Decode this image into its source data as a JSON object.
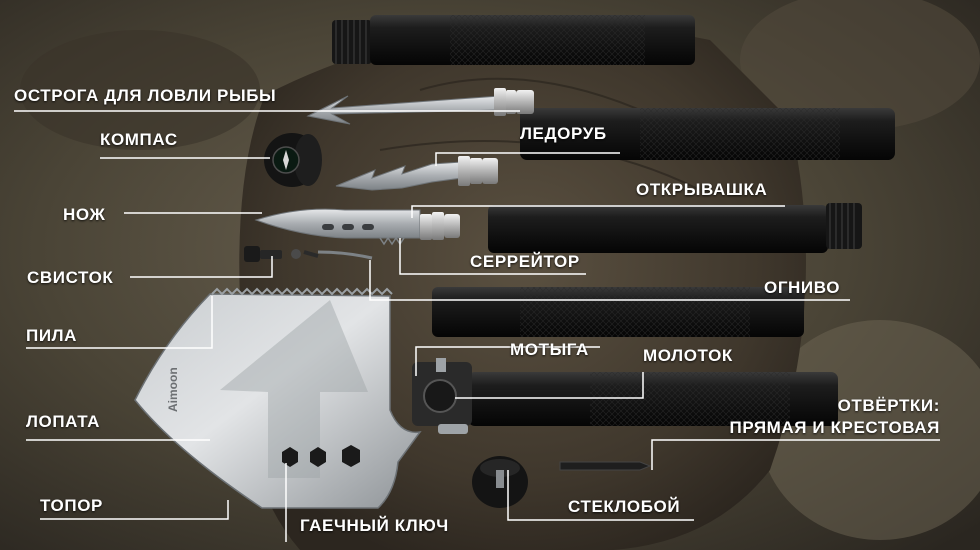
{
  "colors": {
    "label_text": "#ffffff",
    "callout_line": "#ffffff",
    "handle_black": "#121212",
    "steel": "#b9bcbf",
    "brass_ring": "#c8c8c8"
  },
  "spade_brand": "Aimoon",
  "labels": {
    "ostroga": "ОСТРОГА ДЛЯ ЛОВЛИ РЫБЫ",
    "kompas": "КОМПАС",
    "ledorub": "ЛЕДОРУБ",
    "otkryvashka": "ОТКРЫВАШКА",
    "nozh": "НОЖ",
    "serreitor": "СЕРРЕЙТОР",
    "svistok": "СВИСТОК",
    "ognivo": "ОГНИВО",
    "pila": "ПИЛА",
    "motyga": "МОТЫГА",
    "molotok": "МОЛОТОК",
    "lopata": "ЛОПАТА",
    "otvertki_1": "ОТВЁРТКИ:",
    "otvertki_2": "ПРЯМАЯ И КРЕСТОВАЯ",
    "topor": "ТОПОР",
    "steklo": "СТЕКЛОБОЙ",
    "klyuch": "ГАЕЧНЫЙ КЛЮЧ"
  }
}
